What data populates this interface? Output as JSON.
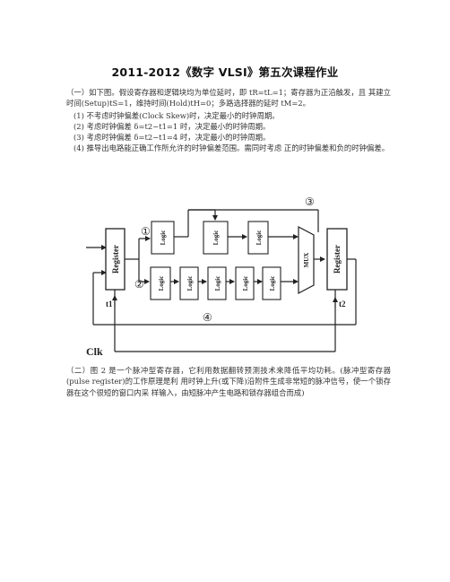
{
  "title": "2011-2012《数字 VLSI》第五次课程作业",
  "section1": {
    "intro": "（一）如下图。假设寄存器和逻辑块均为单位延时，即 tR=tL=1；寄存器为正沿触发，且 其建立时间(Setup)tS=1，维持时间(Hold)tH=0；多路选择器的延时 tM=2。",
    "items": [
      "(1) 不考虑时钟偏差(Clock Skew)时，决定最小的时钟周期。",
      "(2) 考虑时钟偏差 δ=t2−t1=1 时，决定最小的时钟周期。",
      "(3) 考虑时钟偏差 δ=t2−t1=4 时，决定最小的时钟周期。",
      "(4) 推导出电路能正确工作所允许的时钟偏差范围。需同时考虑 正的时钟偏差和负的时钟偏差。"
    ]
  },
  "diagram": {
    "register_label": "Register",
    "logic_label": "Logic",
    "mux_label": "MUX",
    "path_labels": [
      "①",
      "②",
      "③",
      "④"
    ],
    "t1_label": "t1",
    "t2_label": "t2",
    "clk_label": "Clk"
  },
  "section2": {
    "text": "（二）图 2 是一个脉冲型寄存器，它利用数据翻转预测技术来降低平均功耗。(脉冲型寄存器(pulse register)的工作原理是利 用时钟上升(或下降)沿附件生成非常短的脉冲信号，使一个锁存器在这个很短的窗口内采 样输入，由短脉冲产生电路和锁存器组合而成)"
  }
}
